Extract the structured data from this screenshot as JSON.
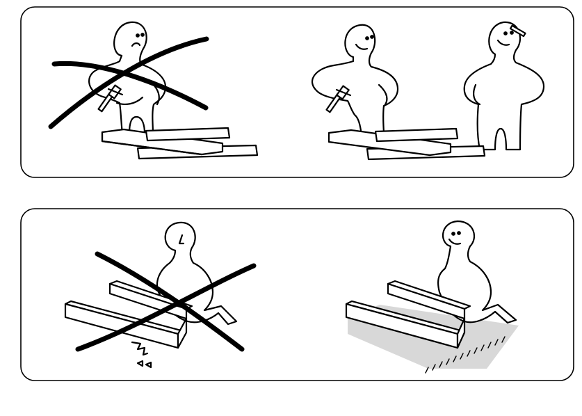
{
  "panels": [
    {
      "name": "help-panel",
      "scenes": [
        {
          "name": "assembling-alone",
          "status": "prohibited",
          "people": 1,
          "mood": "sad",
          "tool": "hammer"
        },
        {
          "name": "assembling-with-helper",
          "status": "recommended",
          "people": 2,
          "mood": "happy",
          "tool": "hammer"
        }
      ]
    },
    {
      "name": "floor-protection-panel",
      "scenes": [
        {
          "name": "assembling-on-hard-floor",
          "status": "prohibited",
          "result": "damaged-corner"
        },
        {
          "name": "assembling-on-rug",
          "status": "recommended",
          "surface": "rug"
        }
      ]
    }
  ],
  "colors": {
    "ink": "#000000",
    "paper": "#ffffff",
    "rug": "#d8d8d8"
  },
  "icons": [
    "cross-mark-icon",
    "hammer-icon",
    "pencil-icon",
    "crack-icon"
  ]
}
